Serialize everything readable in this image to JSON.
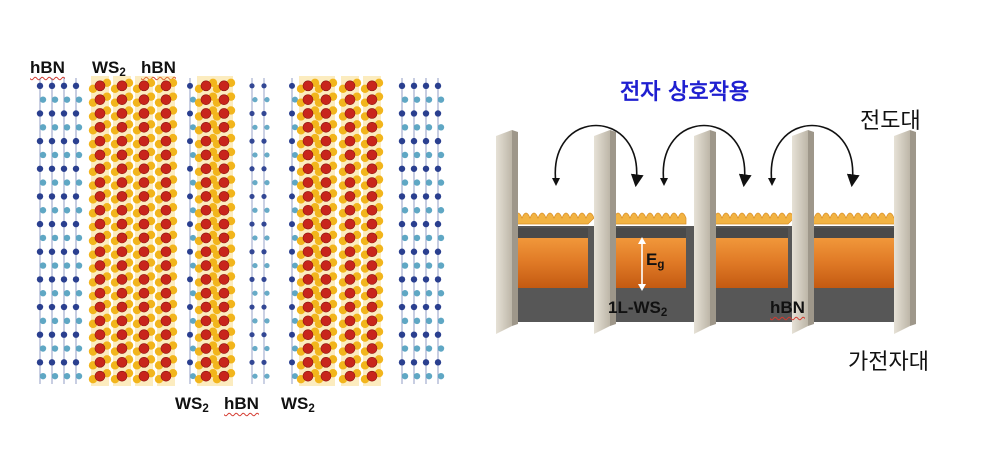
{
  "left_panel": {
    "top_labels": {
      "hbn_left": "hBN",
      "ws2_base": "WS",
      "ws2_sub": "2",
      "hbn_right": "hBN"
    },
    "bottom_labels": {
      "ws2_left_base": "WS",
      "ws2_left_sub": "2",
      "hbn": "hBN",
      "ws2_right_base": "WS",
      "ws2_right_sub": "2"
    },
    "colors": {
      "boron": "#2a3f8f",
      "nitrogen": "#5fa7c4",
      "tungsten": "#c8251c",
      "sulfur": "#f2b51c"
    }
  },
  "right_panel": {
    "interaction_title": "전자 상호작용",
    "conduction_band": "전도대",
    "valence_band": "가전자대",
    "energy_gap_base": "E",
    "energy_gap_sub": "g",
    "layer_label_base": "1L-WS",
    "layer_label_sub": "2",
    "barrier_label": "hBN",
    "colors": {
      "title": "#1f1fd0",
      "band": "#e07a26",
      "wave": "#f2b343",
      "barrier": "#d8d2c6"
    }
  }
}
